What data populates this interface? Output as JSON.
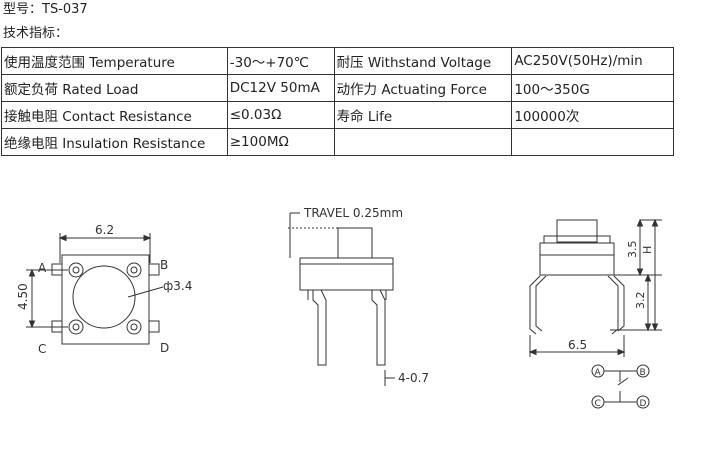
{
  "header": {
    "model": "型号：TS-037",
    "spec_title": "技术指标："
  },
  "specs": [
    {
      "label": "使用温度范围 Temperature",
      "value": "-30～+70℃",
      "label2": "耐压 Withstand Voltage",
      "value2": "AC250V(50Hz)/min"
    },
    {
      "label": "额定负荷 Rated Load",
      "value": "DC12V 50mA",
      "label2": "动作力 Actuating Force",
      "value2": "100～350G"
    },
    {
      "label": "接触电阻 Contact Resistance",
      "value": "≤0.03Ω",
      "label2": "寿命 Life",
      "value2": "100000次"
    },
    {
      "label": "绝缘电阻 Insulation Resistance",
      "value": "≥100MΩ",
      "label2": "",
      "value2": ""
    }
  ],
  "top_view": {
    "width_dim": "6.2",
    "height_dim": "4.50",
    "hole_dim": "ф3.4",
    "pin_a": "A",
    "pin_b": "B",
    "pin_c": "C",
    "pin_d": "D"
  },
  "front_view": {
    "travel_label": "TRAVEL 0.25mm",
    "pin_dim": "4-0.7"
  },
  "side_view": {
    "dim_35": "3.5",
    "dim_h": "H",
    "dim_32": "3.2",
    "dim_65": "6.5"
  },
  "schematic": {
    "a": "A",
    "b": "B",
    "c": "C",
    "d": "D"
  }
}
